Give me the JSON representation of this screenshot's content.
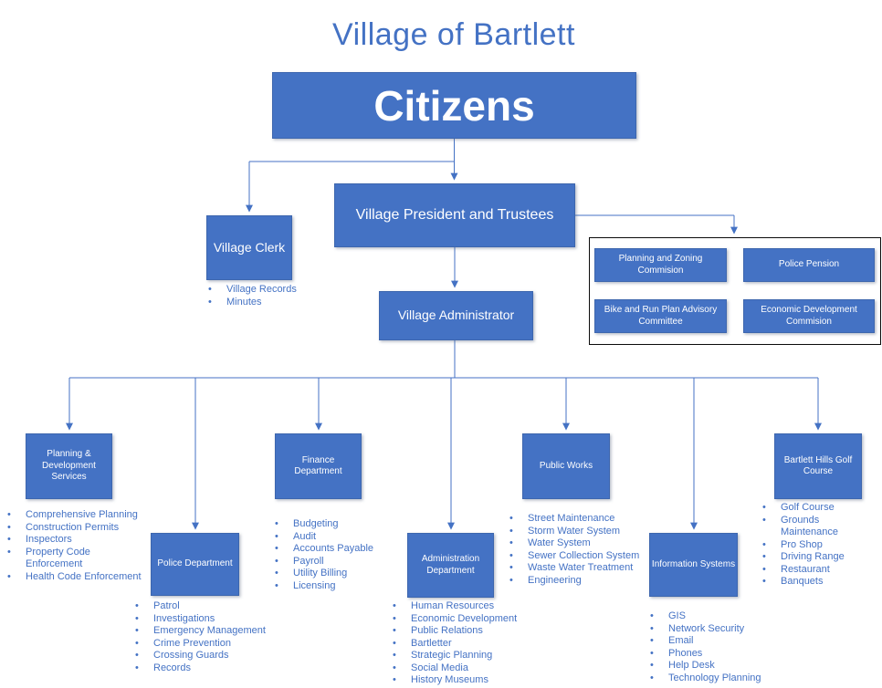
{
  "title": "Village of Bartlett",
  "colors": {
    "box_fill": "#4472C4",
    "box_border": "#3D66AE",
    "box_text": "#FFFFFF",
    "connector": "#4472C4",
    "list_text": "#4472C4",
    "title_text": "#4472C4",
    "group_border": "#0B0B0B"
  },
  "org": {
    "citizens": {
      "label": "Citizens"
    },
    "president": {
      "label": "Village President and Trustees"
    },
    "clerk": {
      "label": "Village Clerk",
      "items": [
        "Village Records",
        "Minutes"
      ]
    },
    "administrator": {
      "label": "Village Administrator"
    },
    "committees": [
      {
        "label": "Planning and Zoning\nCommision"
      },
      {
        "label": "Police Pension"
      },
      {
        "label": "Bike and Run Plan Advisory\nCommittee"
      },
      {
        "label": "Economic Development\nCommision"
      }
    ],
    "departments": [
      {
        "label": "Planning &\nDevelopment\nServices",
        "items": [
          "Comprehensive Planning",
          "Construction Permits",
          "Inspectors",
          "Property Code\nEnforcement",
          "Health Code Enforcement"
        ]
      },
      {
        "label": "Police Department",
        "items": [
          "Patrol",
          "Investigations",
          "Emergency Management",
          "Crime Prevention",
          "Crossing Guards",
          "Records"
        ]
      },
      {
        "label": "Finance\nDepartment",
        "items": [
          "Budgeting",
          "Audit",
          "Accounts Payable",
          "Payroll",
          "Utility Billing",
          "Licensing"
        ]
      },
      {
        "label": "Administration\nDepartment",
        "items": [
          "Human Resources",
          "Economic Development",
          "Public Relations",
          "Bartletter",
          "Strategic Planning",
          "Social Media",
          "History Museums"
        ]
      },
      {
        "label": "Public Works",
        "items": [
          "Street Maintenance",
          "Storm Water System",
          "Water System",
          "Sewer Collection System",
          "Waste Water Treatment",
          "Engineering"
        ]
      },
      {
        "label": "Information Systems",
        "items": [
          "GIS",
          "Network Security",
          "Email",
          "Phones",
          "Help Desk",
          "Technology Planning"
        ]
      },
      {
        "label": "Bartlett Hills Golf\nCourse",
        "items": [
          "Golf Course",
          "Grounds\nMaintenance",
          "Pro Shop",
          "Driving Range",
          "Restaurant",
          "Banquets"
        ]
      }
    ]
  }
}
